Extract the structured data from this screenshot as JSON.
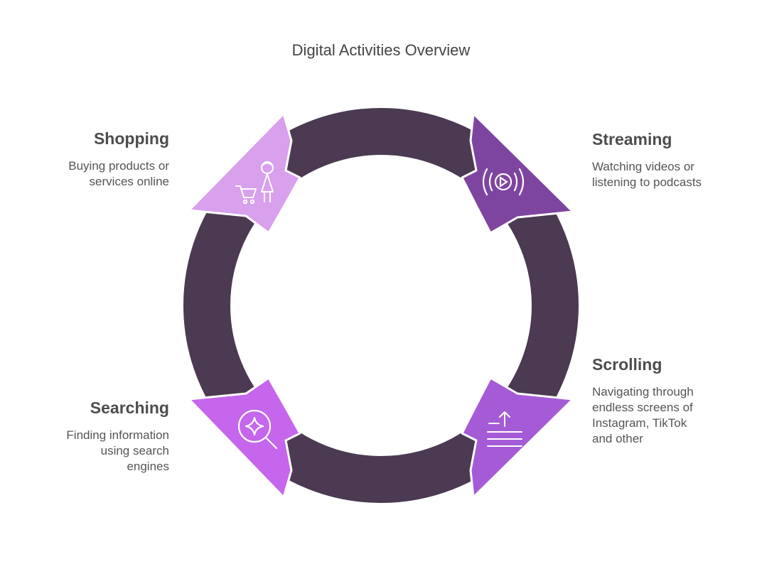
{
  "title": "Digital Activities Overview",
  "colors": {
    "ring": "#4b3a52",
    "shopping": "#d9a0ee",
    "streaming": "#7e45a0",
    "scrolling": "#a55bd6",
    "searching": "#c566ec",
    "icon": "#ffffff"
  },
  "activities": [
    {
      "id": "shopping",
      "title": "Shopping",
      "description": "Buying products or\nservices online",
      "icon": "shopping-cart-person-icon"
    },
    {
      "id": "streaming",
      "title": "Streaming",
      "description": "Watching videos or\nlistening to podcasts",
      "icon": "play-broadcast-icon"
    },
    {
      "id": "scrolling",
      "title": "Scrolling",
      "description": "Navigating through\nendless screens of\nInstagram, TikTok\nand other",
      "icon": "scroll-up-lines-icon"
    },
    {
      "id": "searching",
      "title": "Searching",
      "description": "Finding information\nusing search\nengines",
      "icon": "magnifier-sparkle-icon"
    }
  ]
}
